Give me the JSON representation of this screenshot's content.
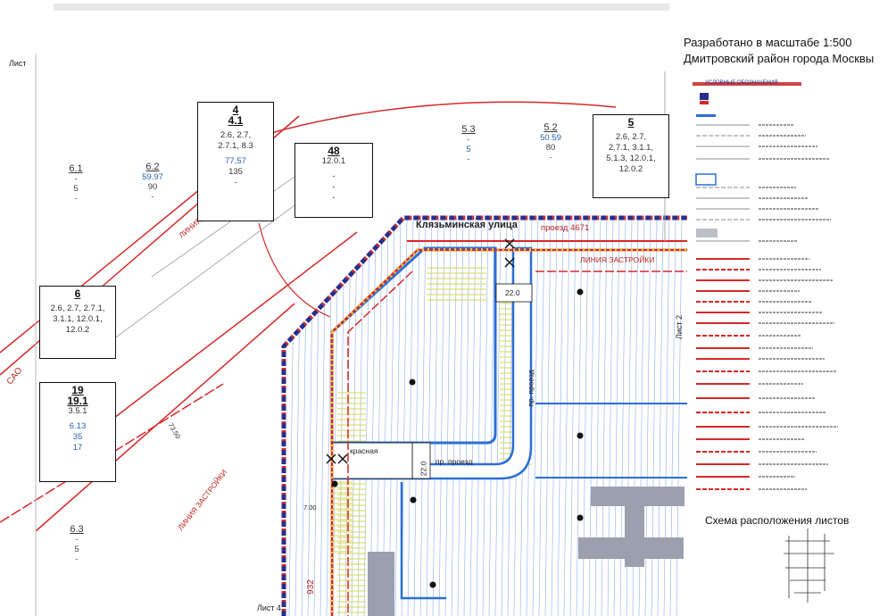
{
  "header": {
    "line1": "Разработано в масштабе 1:500",
    "line2": "Дмитровский район города Москвы"
  },
  "street": {
    "name": "Клязьминская улица",
    "passage": "проезд 4671"
  },
  "map_text": {
    "line_red": "ЛИНИЯ",
    "line_building": "ЛИНИЯ ЗАСТРОЙКИ",
    "cao": "САО",
    "red": "красная",
    "pr_proezd": "пр. проезд",
    "dim_22": "22.0",
    "dim_7": "7.00",
    "dim_73": "73.50",
    "dim_932": "932"
  },
  "sheets": {
    "top_left": "Лист",
    "right": "Лист 2",
    "bottom": "Лист 4"
  },
  "boxes": [
    {
      "id": "4",
      "sub": "4.1",
      "lines": [
        "2.6, 2.7,",
        "2.7.1, 8.3"
      ],
      "nums": [
        "77,57",
        "135",
        "-"
      ]
    },
    {
      "id": "48",
      "sub": "",
      "lines": [
        "12.0.1"
      ],
      "nums": [
        "-",
        "-",
        "-"
      ]
    },
    {
      "id": "5",
      "sub": "",
      "lines": [
        "2.6, 2.7,",
        "2.7.1, 3.1.1,",
        "5.1.3, 12.0.1,",
        "12.0.2"
      ],
      "nums": []
    },
    {
      "id": "6",
      "sub": "",
      "lines": [
        "2.6, 2.7, 2.7.1,",
        "3.1.1, 12.0.1,",
        "12.0.2"
      ],
      "nums": []
    },
    {
      "id": "19",
      "sub": "19.1",
      "lines": [
        "3.5.1"
      ],
      "nums": [
        "6.13",
        "35",
        "17"
      ]
    }
  ],
  "zones": [
    {
      "name": "6.1",
      "values": [
        "-",
        "5",
        "-"
      ]
    },
    {
      "name": "6.2",
      "values": [
        "59.97",
        "90",
        "-"
      ]
    },
    {
      "name": "5.3",
      "values": [
        "-",
        "5",
        "-"
      ]
    },
    {
      "name": "5.2",
      "values": [
        "50.59",
        "80",
        "-"
      ]
    },
    {
      "name": "6.3",
      "values": [
        "-",
        "5",
        "-"
      ]
    }
  ],
  "legend": {
    "title": "УСЛОВНЫЕ ОБОЗНАЧЕНИЯ",
    "scheme_title": "Схема расположения листов"
  },
  "colors": {
    "red_line": "#d62828",
    "blue_hatch": "#2b6fd6",
    "yellow_hatch": "#d8d84a",
    "building": "#9aa0ad",
    "navy_dashed": "#2a2e8a"
  }
}
